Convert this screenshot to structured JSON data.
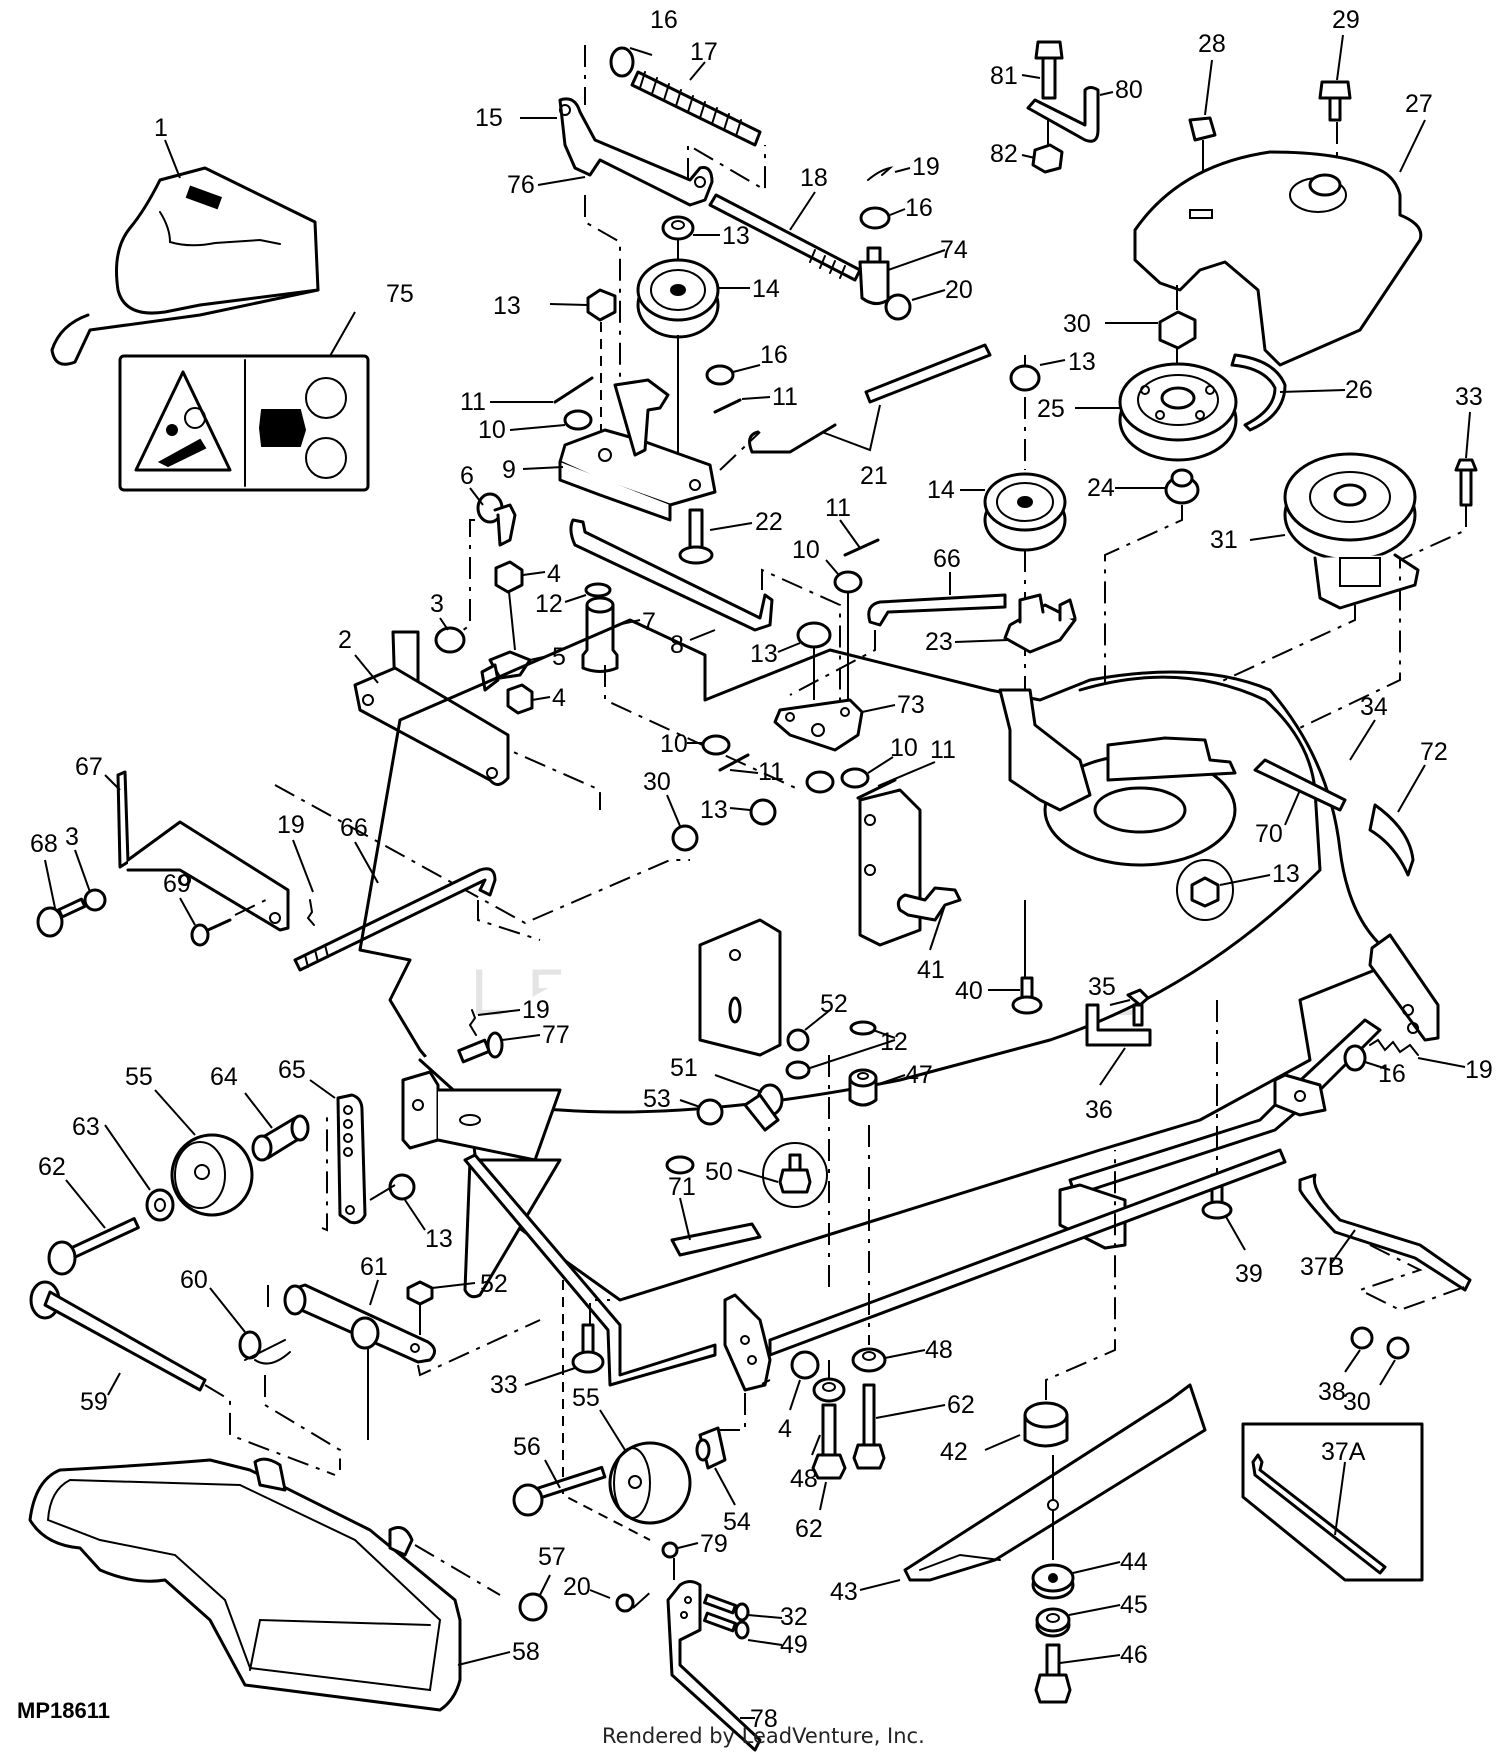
{
  "figure": {
    "id": "MP18611",
    "credit": "Rendered by LeadVenture, Inc.",
    "watermark": "LEADVENTURE",
    "type": "exploded parts diagram",
    "subject": "mower deck assembly"
  },
  "callouts": {
    "c1": "1",
    "c2": "2",
    "c3a": "3",
    "c3b": "3",
    "c4a": "4",
    "c4b": "4",
    "c4c": "4",
    "c5": "5",
    "c6": "6",
    "c7": "7",
    "c8": "8",
    "c9": "9",
    "c10a": "10",
    "c10b": "10",
    "c10c": "10",
    "c10d": "10",
    "c11a": "11",
    "c11b": "11",
    "c11c": "11",
    "c11d": "11",
    "c11e": "11",
    "c12a": "12",
    "c12b": "12",
    "c13a": "13",
    "c13b": "13",
    "c13c": "13",
    "c13d": "13",
    "c13e": "13",
    "c13f": "13",
    "c13g": "13",
    "c14a": "14",
    "c14b": "14",
    "c15": "15",
    "c16a": "16",
    "c16b": "16",
    "c16c": "16",
    "c16d": "16",
    "c17": "17",
    "c18": "18",
    "c19a": "19",
    "c19b": "19",
    "c19c": "19",
    "c19d": "19",
    "c20a": "20",
    "c20b": "20",
    "c21": "21",
    "c22": "22",
    "c23": "23",
    "c24": "24",
    "c25": "25",
    "c26": "26",
    "c27": "27",
    "c28": "28",
    "c29": "29",
    "c30a": "30",
    "c30b": "30",
    "c30c": "30",
    "c31": "31",
    "c32": "32",
    "c33a": "33",
    "c33b": "33",
    "c34": "34",
    "c35": "35",
    "c36": "36",
    "c37a": "37A",
    "c37b": "37B",
    "c38": "38",
    "c39": "39",
    "c40": "40",
    "c41": "41",
    "c42": "42",
    "c43": "43",
    "c44": "44",
    "c45": "45",
    "c46": "46",
    "c47": "47",
    "c48a": "48",
    "c48b": "48",
    "c49": "49",
    "c50": "50",
    "c51": "51",
    "c52a": "52",
    "c52b": "52",
    "c53": "53",
    "c54": "54",
    "c55a": "55",
    "c55b": "55",
    "c56": "56",
    "c57": "57",
    "c58": "58",
    "c59": "59",
    "c60": "60",
    "c61": "61",
    "c62a": "62",
    "c62b": "62",
    "c62c": "62",
    "c63": "63",
    "c64": "64",
    "c65": "65",
    "c66a": "66",
    "c66b": "66",
    "c67": "67",
    "c68": "68",
    "c69": "69",
    "c70": "70",
    "c71": "71",
    "c72": "72",
    "c73": "73",
    "c74": "74",
    "c75": "75",
    "c76": "76",
    "c77": "77",
    "c78": "78",
    "c79": "79",
    "c80": "80",
    "c81": "81",
    "c82": "82"
  },
  "icons": {
    "safety_decal": [
      "warning-triangle-icon",
      "entanglement-hand-icon",
      "rotating-pulleys-icon"
    ]
  }
}
